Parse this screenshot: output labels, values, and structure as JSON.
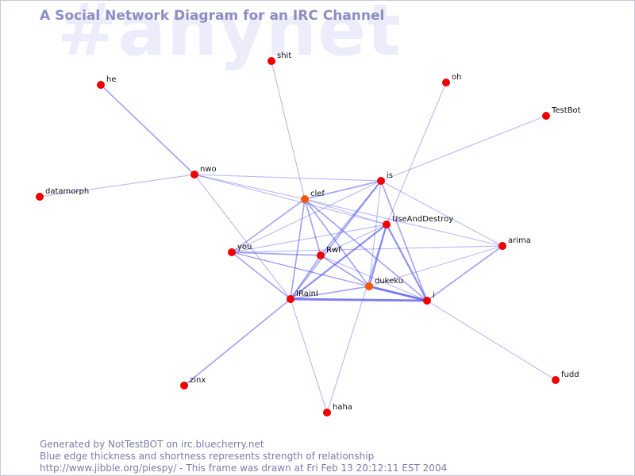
{
  "title": "A Social Network Diagram for an IRC Channel",
  "watermark": "#anynet",
  "footer": {
    "line1": "Generated by NotTestBOT on irc.bluecherry.net",
    "line2": "Blue edge thickness and shortness represents strength of relationship",
    "line3": "http://www.jibble.org/piespy/ - This frame was drawn at Fri Feb 13 20:12:11 EST 2004"
  },
  "colors": {
    "node": "#ee0000",
    "node_orange": "#ff5500",
    "edge": "#5555ee",
    "title": "#8d8dc4",
    "watermark": "#ececfa"
  },
  "nodes": [
    {
      "id": "shit",
      "label": "shit"
    },
    {
      "id": "he",
      "label": "he"
    },
    {
      "id": "oh",
      "label": "oh"
    },
    {
      "id": "TestBot",
      "label": "TestBot"
    },
    {
      "id": "nwo",
      "label": "nwo"
    },
    {
      "id": "datamorph",
      "label": "datamorph"
    },
    {
      "id": "is",
      "label": "is"
    },
    {
      "id": "clef",
      "label": "clef"
    },
    {
      "id": "UseAndDestroy",
      "label": "UseAndDestroy"
    },
    {
      "id": "arima",
      "label": "arima"
    },
    {
      "id": "you",
      "label": "you"
    },
    {
      "id": "Rwf",
      "label": "Rwf"
    },
    {
      "id": "dukeku",
      "label": "dukeku"
    },
    {
      "id": "i",
      "label": "i"
    },
    {
      "id": "IRainI",
      "label": "IRainI"
    },
    {
      "id": "zinx",
      "label": "zinx"
    },
    {
      "id": "fudd",
      "label": "fudd"
    },
    {
      "id": "haha",
      "label": "haha"
    }
  ],
  "edges": [
    {
      "from": "he",
      "to": "nwo",
      "strength": 2
    },
    {
      "from": "datamorph",
      "to": "nwo",
      "strength": 1
    },
    {
      "from": "nwo",
      "to": "is",
      "strength": 1
    },
    {
      "from": "nwo",
      "to": "clef",
      "strength": 1
    },
    {
      "from": "nwo",
      "to": "IRainI",
      "strength": 1
    },
    {
      "from": "nwo",
      "to": "UseAndDestroy",
      "strength": 1
    },
    {
      "from": "shit",
      "to": "clef",
      "strength": 1
    },
    {
      "from": "oh",
      "to": "UseAndDestroy",
      "strength": 1
    },
    {
      "from": "TestBot",
      "to": "is",
      "strength": 1
    },
    {
      "from": "is",
      "to": "clef",
      "strength": 2
    },
    {
      "from": "is",
      "to": "you",
      "strength": 1
    },
    {
      "from": "is",
      "to": "Rwf",
      "strength": 2
    },
    {
      "from": "is",
      "to": "dukeku",
      "strength": 1
    },
    {
      "from": "is",
      "to": "i",
      "strength": 2
    },
    {
      "from": "is",
      "to": "IRainI",
      "strength": 2
    },
    {
      "from": "is",
      "to": "arima",
      "strength": 1
    },
    {
      "from": "clef",
      "to": "you",
      "strength": 2
    },
    {
      "from": "clef",
      "to": "Rwf",
      "strength": 2
    },
    {
      "from": "clef",
      "to": "dukeku",
      "strength": 2
    },
    {
      "from": "clef",
      "to": "i",
      "strength": 2
    },
    {
      "from": "clef",
      "to": "IRainI",
      "strength": 2
    },
    {
      "from": "clef",
      "to": "UseAndDestroy",
      "strength": 1
    },
    {
      "from": "clef",
      "to": "arima",
      "strength": 1
    },
    {
      "from": "UseAndDestroy",
      "to": "you",
      "strength": 1
    },
    {
      "from": "UseAndDestroy",
      "to": "Rwf",
      "strength": 1
    },
    {
      "from": "UseAndDestroy",
      "to": "dukeku",
      "strength": 3
    },
    {
      "from": "UseAndDestroy",
      "to": "i",
      "strength": 3
    },
    {
      "from": "UseAndDestroy",
      "to": "IRainI",
      "strength": 3
    },
    {
      "from": "UseAndDestroy",
      "to": "haha",
      "strength": 1
    },
    {
      "from": "arima",
      "to": "you",
      "strength": 1
    },
    {
      "from": "arima",
      "to": "dukeku",
      "strength": 1
    },
    {
      "from": "arima",
      "to": "i",
      "strength": 2
    },
    {
      "from": "you",
      "to": "Rwf",
      "strength": 2
    },
    {
      "from": "you",
      "to": "dukeku",
      "strength": 1
    },
    {
      "from": "you",
      "to": "i",
      "strength": 1
    },
    {
      "from": "you",
      "to": "IRainI",
      "strength": 2
    },
    {
      "from": "Rwf",
      "to": "dukeku",
      "strength": 2
    },
    {
      "from": "Rwf",
      "to": "i",
      "strength": 1
    },
    {
      "from": "Rwf",
      "to": "IRainI",
      "strength": 2
    },
    {
      "from": "dukeku",
      "to": "i",
      "strength": 4
    },
    {
      "from": "dukeku",
      "to": "IRainI",
      "strength": 2
    },
    {
      "from": "i",
      "to": "IRainI",
      "strength": 4
    },
    {
      "from": "i",
      "to": "fudd",
      "strength": 1
    },
    {
      "from": "IRainI",
      "to": "zinx",
      "strength": 2
    },
    {
      "from": "IRainI",
      "to": "haha",
      "strength": 1
    }
  ]
}
